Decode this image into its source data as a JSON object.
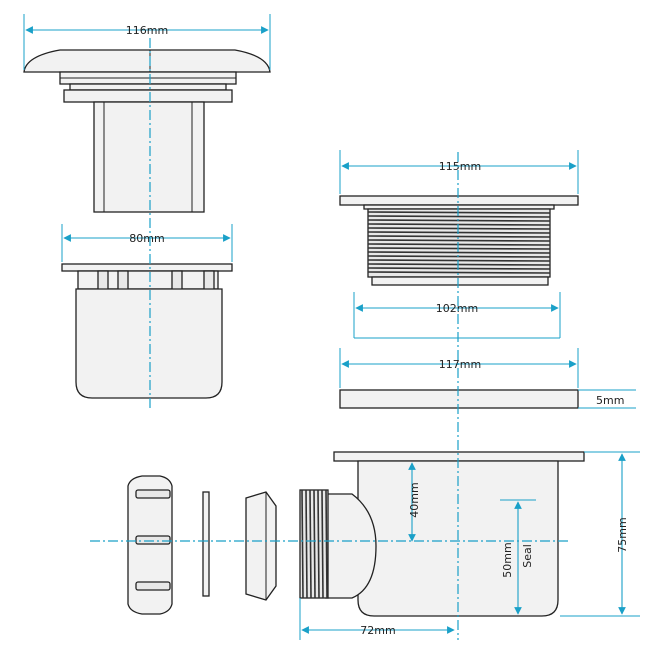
{
  "dimensions": {
    "cover_width": "116mm",
    "insert_width": "80mm",
    "flange_width": "115mm",
    "thread_width": "102mm",
    "washer_width": "117mm",
    "washer_thickness": "5mm",
    "body_height": "75mm",
    "upper_height": "40mm",
    "seal_depth": "50mm",
    "seal_label": "Seal",
    "outlet_length": "72mm"
  },
  "colors": {
    "dimension_line": "#1aa0c8",
    "outline": "#222222",
    "part_fill": "#f2f2f2"
  }
}
